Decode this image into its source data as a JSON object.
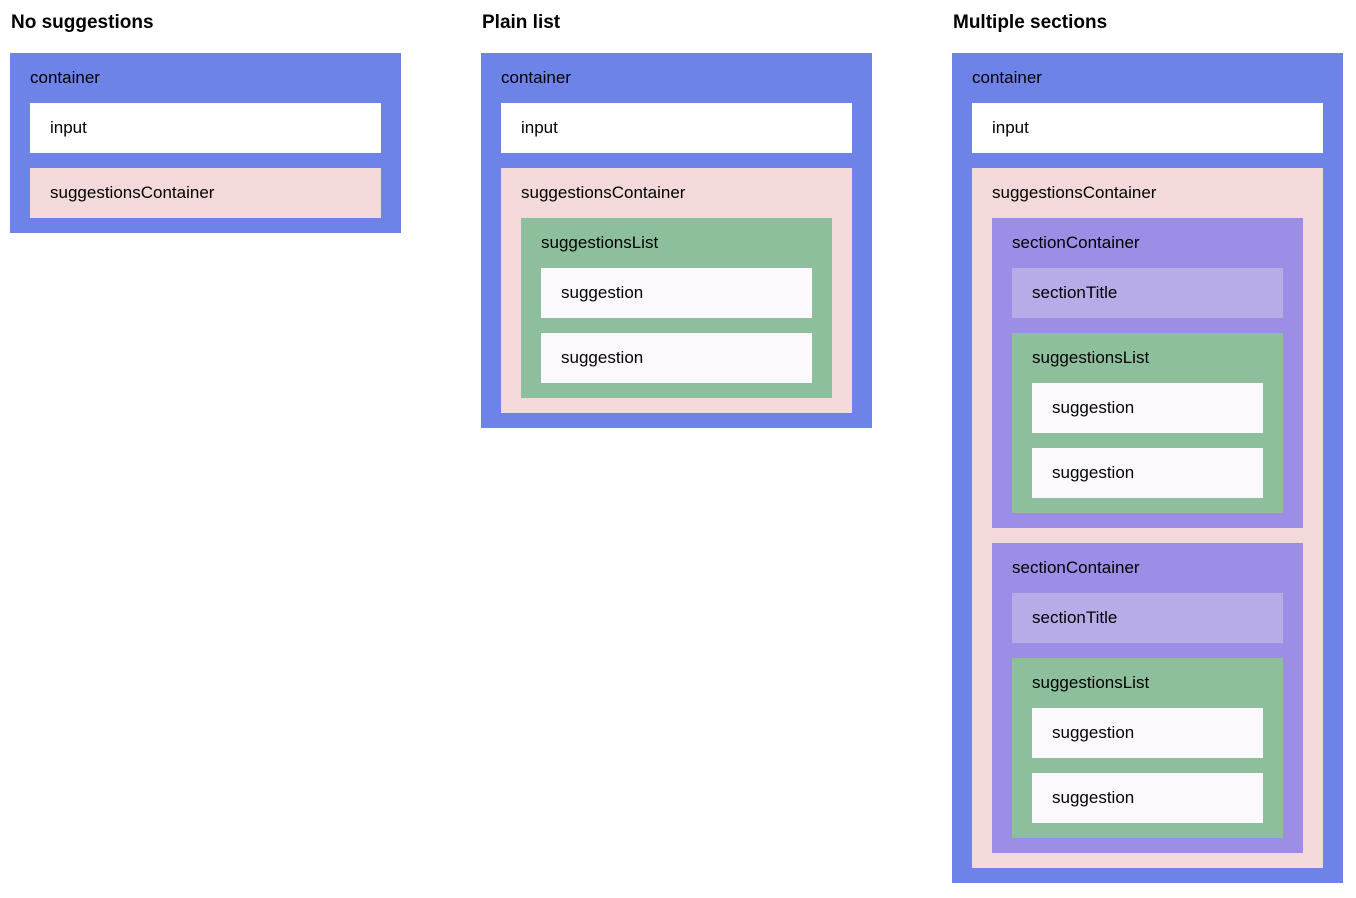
{
  "colors": {
    "container": "#6e83e8",
    "input": "#ffffff",
    "suggestions_container": "#f3d9d9",
    "suggestions_list": "#8ebf9c",
    "suggestion": "#fbf9fe",
    "section_container": "#9c8de6",
    "section_title": "#b7abe8",
    "page_background": "#ffffff",
    "text": "#000000"
  },
  "labels": {
    "container": "container",
    "input": "input",
    "suggestionsContainer": "suggestionsContainer",
    "suggestionsList": "suggestionsList",
    "suggestion": "suggestion",
    "sectionContainer": "sectionContainer",
    "sectionTitle": "sectionTitle"
  },
  "columns": [
    {
      "heading": "No suggestions"
    },
    {
      "heading": "Plain list"
    },
    {
      "heading": "Multiple sections"
    }
  ]
}
